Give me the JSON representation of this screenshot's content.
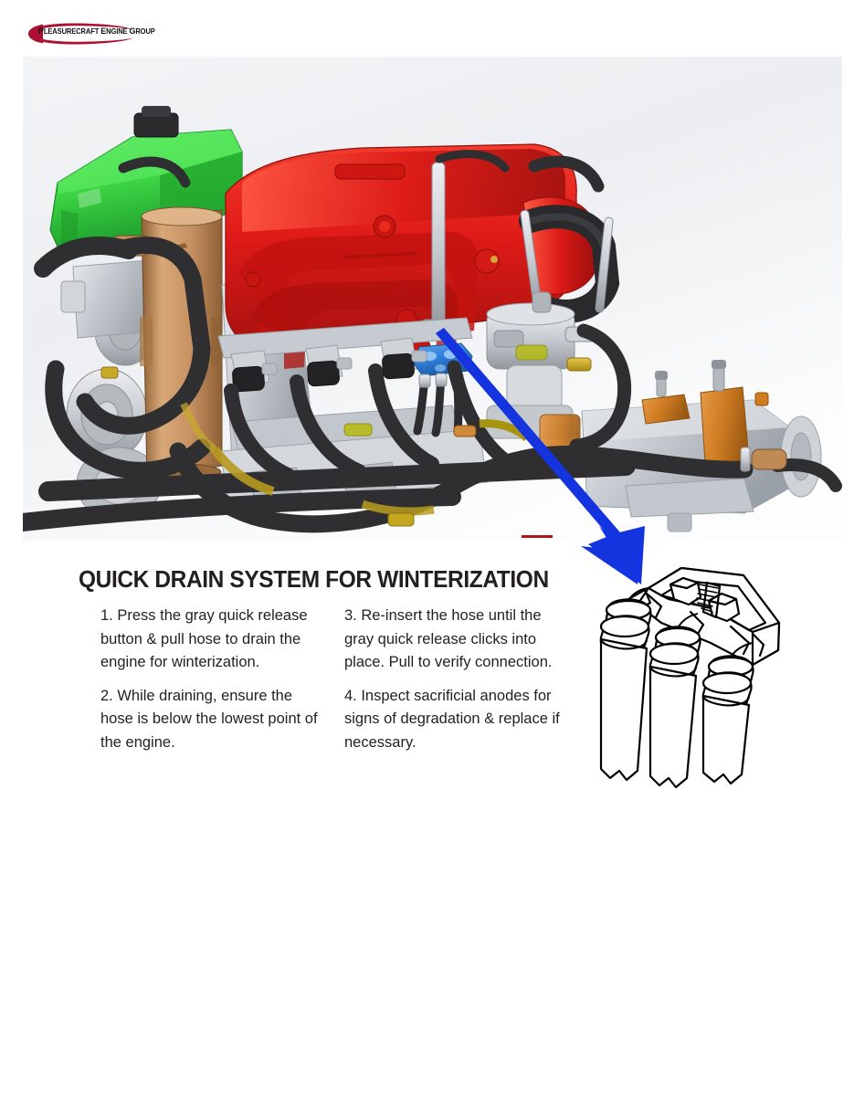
{
  "brand": {
    "logo_name": "pleasurecraft-engine-group-logo",
    "logo_text_full": "PLEASURECRAFT ENGINE GROUP",
    "logo_text_html": "PLEASURECRAFT ENGINE GROUP",
    "swoosh_color": "#ad1032"
  },
  "photo": {
    "caption_name": "marine-engine-3d-render",
    "alt": "3D CAD render of marine inboard engine with red intake manifold, green coolant tank, copper heat exchanger and black hoses",
    "background_top": "#f4f5f7",
    "background_bottom": "#fdfdfd",
    "parts": {
      "intake_manifold_color": "#e01b18",
      "coolant_tank_color": "#3dd444",
      "heat_exchanger_color": "#c99868",
      "hose_color": "#3a3a3c",
      "block_color": "#c9cdd2",
      "mount_color": "#d4802a",
      "quick_drain_color": "#2f7fdd",
      "pulley_color": "#b8bcc0",
      "wire_color": "#c9a227"
    }
  },
  "annotation": {
    "arrow_name": "callout-arrow",
    "arrow_color": "#1434e0",
    "points_from": "quick-drain-manifold-on-engine",
    "points_to": "quick-drain-line-drawing"
  },
  "heading": {
    "title": "QUICK DRAIN SYSTEM FOR  WINTERIZATION"
  },
  "instructions": {
    "left_column": [
      "1. Press the gray quick release button & pull hose to drain the engine for winterization.",
      "2. While draining, ensure the hose is below the lowest point of the engine."
    ],
    "right_column": [
      "3. Re-insert the hose until the gray quick release clicks into place. Pull to verify connection.",
      "4. Inspect sacrificial anodes for signs of degradation & replace if necessary."
    ]
  },
  "diagram": {
    "name": "quick-drain-manifold-line-drawing",
    "alt": "Black and white technical line drawing of the quick drain manifold with three hose fittings and sacrificial anodes",
    "stroke_color": "#000000",
    "fill_color": "#ffffff",
    "hose_count": 3
  }
}
